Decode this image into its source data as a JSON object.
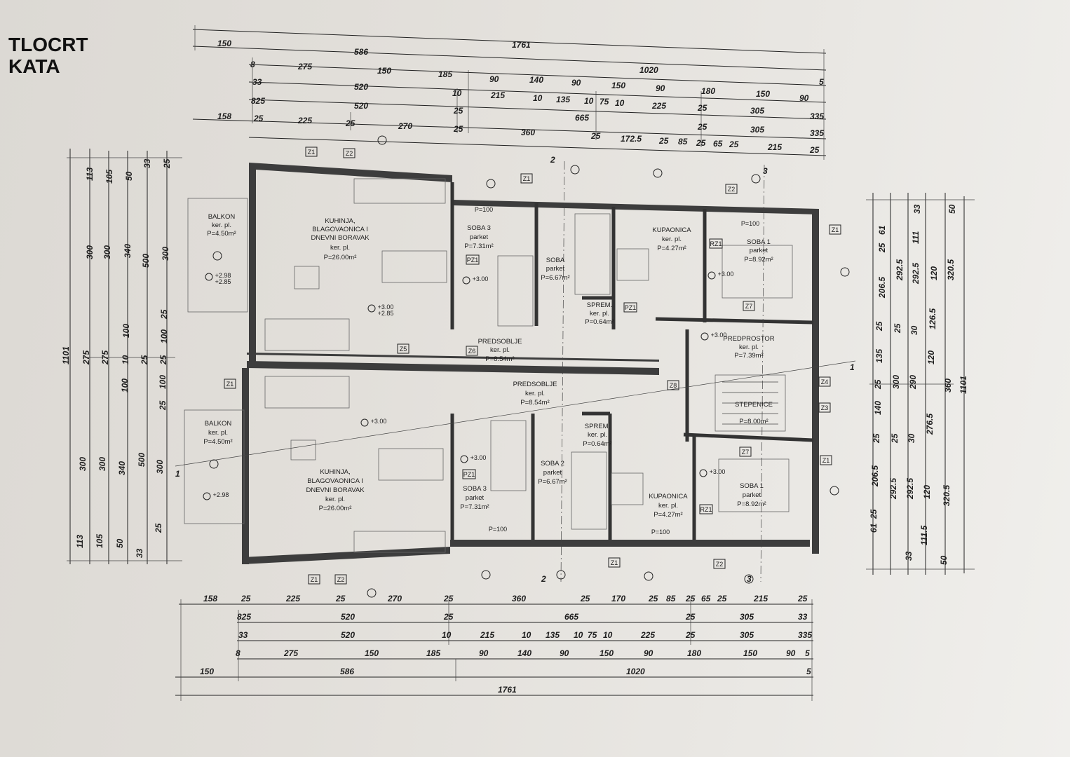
{
  "title": {
    "line1": "TLOCRT",
    "line2": "KATA"
  },
  "dimensions": {
    "top": [
      [
        "150",
        "586",
        "1761"
      ],
      [
        "8",
        "275",
        "150",
        "185",
        "90",
        "140",
        "90",
        "150",
        "1020",
        "90",
        "180",
        "150",
        "90",
        "5"
      ],
      [
        "33",
        "520",
        "10",
        "215",
        "10",
        "135",
        "10",
        "75",
        "10",
        "225",
        "25",
        "305",
        "335"
      ],
      [
        "825",
        "520",
        "25",
        "665",
        "25",
        "305",
        "335"
      ],
      [
        "158",
        "25",
        "225",
        "25",
        "270",
        "25",
        "360",
        "25",
        "172.5",
        "25",
        "85",
        "25",
        "65",
        "25",
        "215",
        "25"
      ]
    ],
    "bottom": [
      [
        "158",
        "25",
        "225",
        "25",
        "270",
        "25",
        "360",
        "25",
        "170",
        "25",
        "85",
        "25",
        "65",
        "25",
        "215",
        "25"
      ],
      [
        "825",
        "520",
        "25",
        "665",
        "25",
        "305",
        "33"
      ],
      [
        "33",
        "520",
        "10",
        "215",
        "10",
        "135",
        "10",
        "75",
        "10",
        "225",
        "25",
        "305",
        "335"
      ],
      [
        "8",
        "275",
        "150",
        "185",
        "90",
        "140",
        "90",
        "150",
        "90",
        "180",
        "150",
        "90",
        "5"
      ],
      [
        "150",
        "586",
        "1020",
        "5"
      ],
      [
        "1761"
      ]
    ],
    "left": [
      [
        "1101"
      ],
      [
        "113",
        "300",
        "275",
        "300",
        "113"
      ],
      [
        "105",
        "300",
        "275",
        "300",
        "105"
      ],
      [
        "50",
        "340",
        "100",
        "10",
        "100",
        "340",
        "50"
      ],
      [
        "33",
        "500",
        "25",
        "500",
        "33"
      ],
      [
        "25",
        "300",
        "25",
        "100",
        "25",
        "100",
        "25",
        "300",
        "25"
      ]
    ],
    "right": [
      [
        "25",
        "61",
        "206.5",
        "25",
        "135",
        "25",
        "140",
        "25",
        "206.5",
        "61",
        "25"
      ],
      [
        "292.5",
        "25",
        "300",
        "25",
        "292.5"
      ],
      [
        "33",
        "111",
        "292.5",
        "30",
        "290",
        "30",
        "292.5",
        "33"
      ],
      [
        "120",
        "126.5",
        "120",
        "276.5",
        "120",
        "111.5"
      ],
      [
        "50",
        "320.5",
        "360",
        "320.5",
        "50"
      ],
      [
        "1101"
      ]
    ]
  },
  "rooms": {
    "balkon_top": {
      "name": "BALKON",
      "floor": "ker. pl.",
      "area": "P=4.50m²"
    },
    "kuhinja_top": {
      "name": "KUHINJA,",
      "line2": "BLAGOVAONICA I",
      "line3": "DNEVNI BORAVAK",
      "floor": "ker. pl.",
      "area": "P=26.00m²"
    },
    "soba3_top": {
      "name": "SOBA 3",
      "floor": "parket",
      "area": "P=7.31m²"
    },
    "soba2_top": {
      "name": "SOBA",
      "floor": "parket",
      "area": "P=6.67m²"
    },
    "kupaonica_top": {
      "name": "KUPAONICA",
      "floor": "ker. pl.",
      "area": "P=4.27m²"
    },
    "soba1_top": {
      "name": "SOBA 1",
      "floor": "parket",
      "area": "P=8.92m²"
    },
    "spremiste_top": {
      "name": "SPREM.",
      "floor": "ker. pl.",
      "area": "P=0.64m²"
    },
    "predsoblje_top": {
      "name": "PREDSOBLJE",
      "floor": "ker. pl.",
      "area": "P=8.54m²"
    },
    "predprostor": {
      "name": "PREDPROSTOR",
      "floor": "ker. pl.",
      "area": "P=7.39m²"
    },
    "predsoblje_bottom": {
      "name": "PREDSOBLJE",
      "floor": "ker. pl.",
      "area": "P=8.54m²"
    },
    "stepenice": {
      "name": "STEPENICE",
      "floor": "",
      "area": "P=8.00m²"
    },
    "balkon_bottom": {
      "name": "BALKON",
      "floor": "ker. pl.",
      "area": "P=4.50m²"
    },
    "kuhinja_bottom": {
      "name": "KUHINJA,",
      "line2": "BLAGOVAONICA I",
      "line3": "DNEVNI BORAVAK",
      "floor": "ker. pl.",
      "area": "P=26.00m²"
    },
    "soba3_bottom": {
      "name": "SOBA 3",
      "floor": "parket",
      "area": "P=7.31m²"
    },
    "soba2_bottom": {
      "name": "SOBA 2",
      "floor": "parket",
      "area": "P=6.67m²"
    },
    "spremiste_bottom": {
      "name": "SPREM.",
      "floor": "ker. pl.",
      "area": "P=0.64m²"
    },
    "kupaonica_bottom": {
      "name": "KUPAONICA",
      "floor": "ker. pl.",
      "area": "P=4.27m²"
    },
    "soba1_bottom": {
      "name": "SOBA 1",
      "floor": "parket",
      "area": "P=8.92m²"
    }
  },
  "tags": {
    "z1": "Z1",
    "z2": "Z2",
    "z3": "Z3",
    "z4": "Z4",
    "z5": "Z5",
    "z6": "Z6",
    "z7": "Z7",
    "z8": "Z8",
    "pz1": "PZ1",
    "rz1": "RZ1",
    "p100": "P=100"
  },
  "sections": {
    "s2": "2",
    "s3": "3",
    "s1": "1"
  },
  "levels": {
    "a": "+3.00",
    "b": "+2.85",
    "c": "+2.98"
  }
}
